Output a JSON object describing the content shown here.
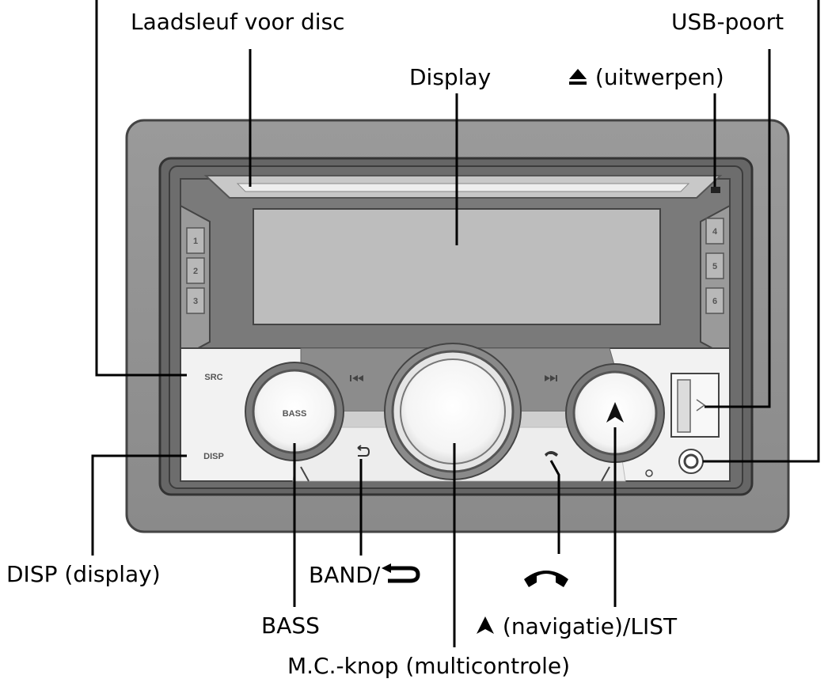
{
  "labels": {
    "disc_slot": "Laadsleuf voor disc",
    "usb_port": "USB-poort",
    "display": "Display",
    "eject": "(uitwerpen)",
    "disp": "DISP (display)",
    "band": "BAND/",
    "phone": "",
    "bass": "BASS",
    "navigation": "(navigatie)/LIST",
    "mc_knob": "M.C.-knop (multicontrole)"
  },
  "unit_markings": {
    "src": "SRC",
    "disp": "DISP",
    "bass": "BASS",
    "presets_left": [
      "1",
      "2",
      "3"
    ],
    "presets_right": [
      "4",
      "5",
      "6"
    ]
  },
  "icons": {
    "eject": "eject-icon",
    "back": "back-arrow-icon",
    "phone": "phone-handset-icon",
    "navigation": "navigation-arrow-icon",
    "prev": "prev-track-icon",
    "next": "next-track-icon"
  }
}
